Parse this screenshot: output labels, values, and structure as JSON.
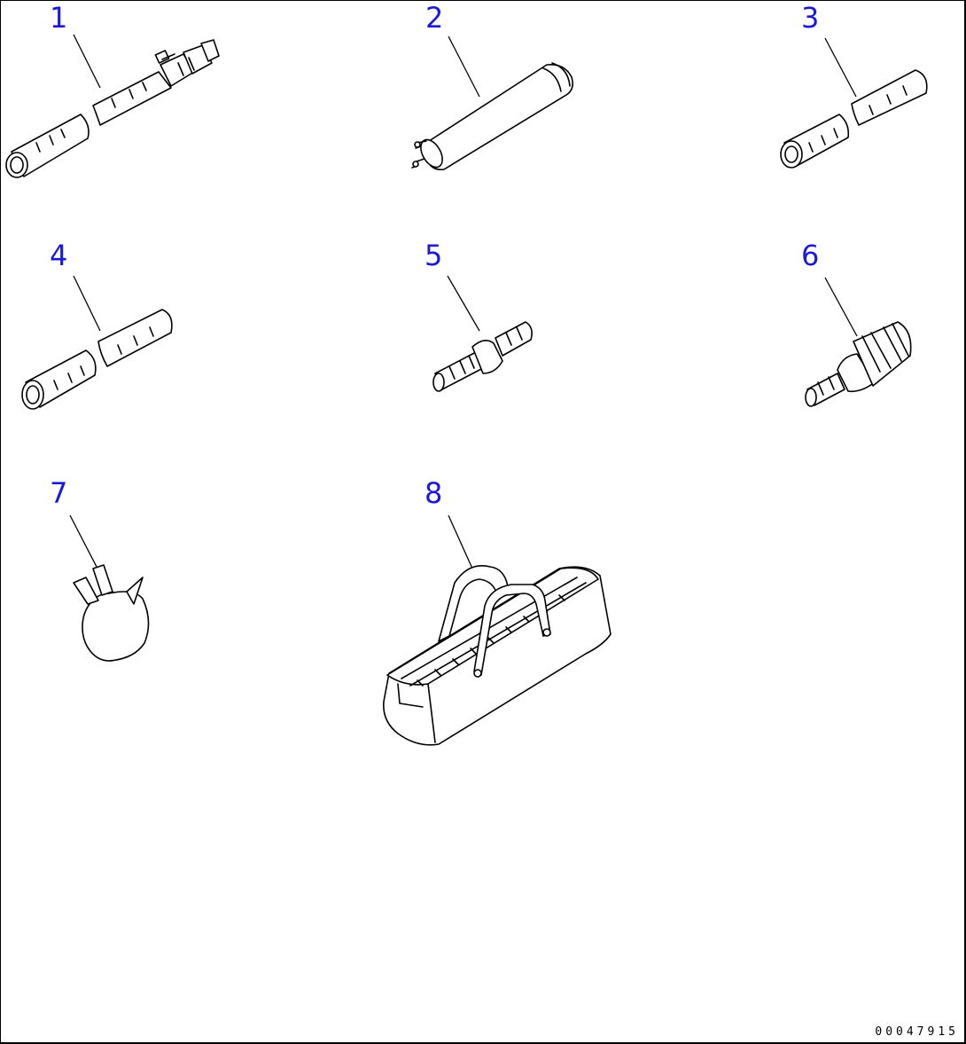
{
  "callouts": {
    "c1": "1",
    "c2": "2",
    "c3": "3",
    "c4": "4",
    "c5": "5",
    "c6": "6",
    "c7": "7",
    "c8": "8"
  },
  "drawing_code": "00047915",
  "colors": {
    "callout": "#1a1ad8",
    "line": "#000000",
    "background": "#ffffff"
  }
}
